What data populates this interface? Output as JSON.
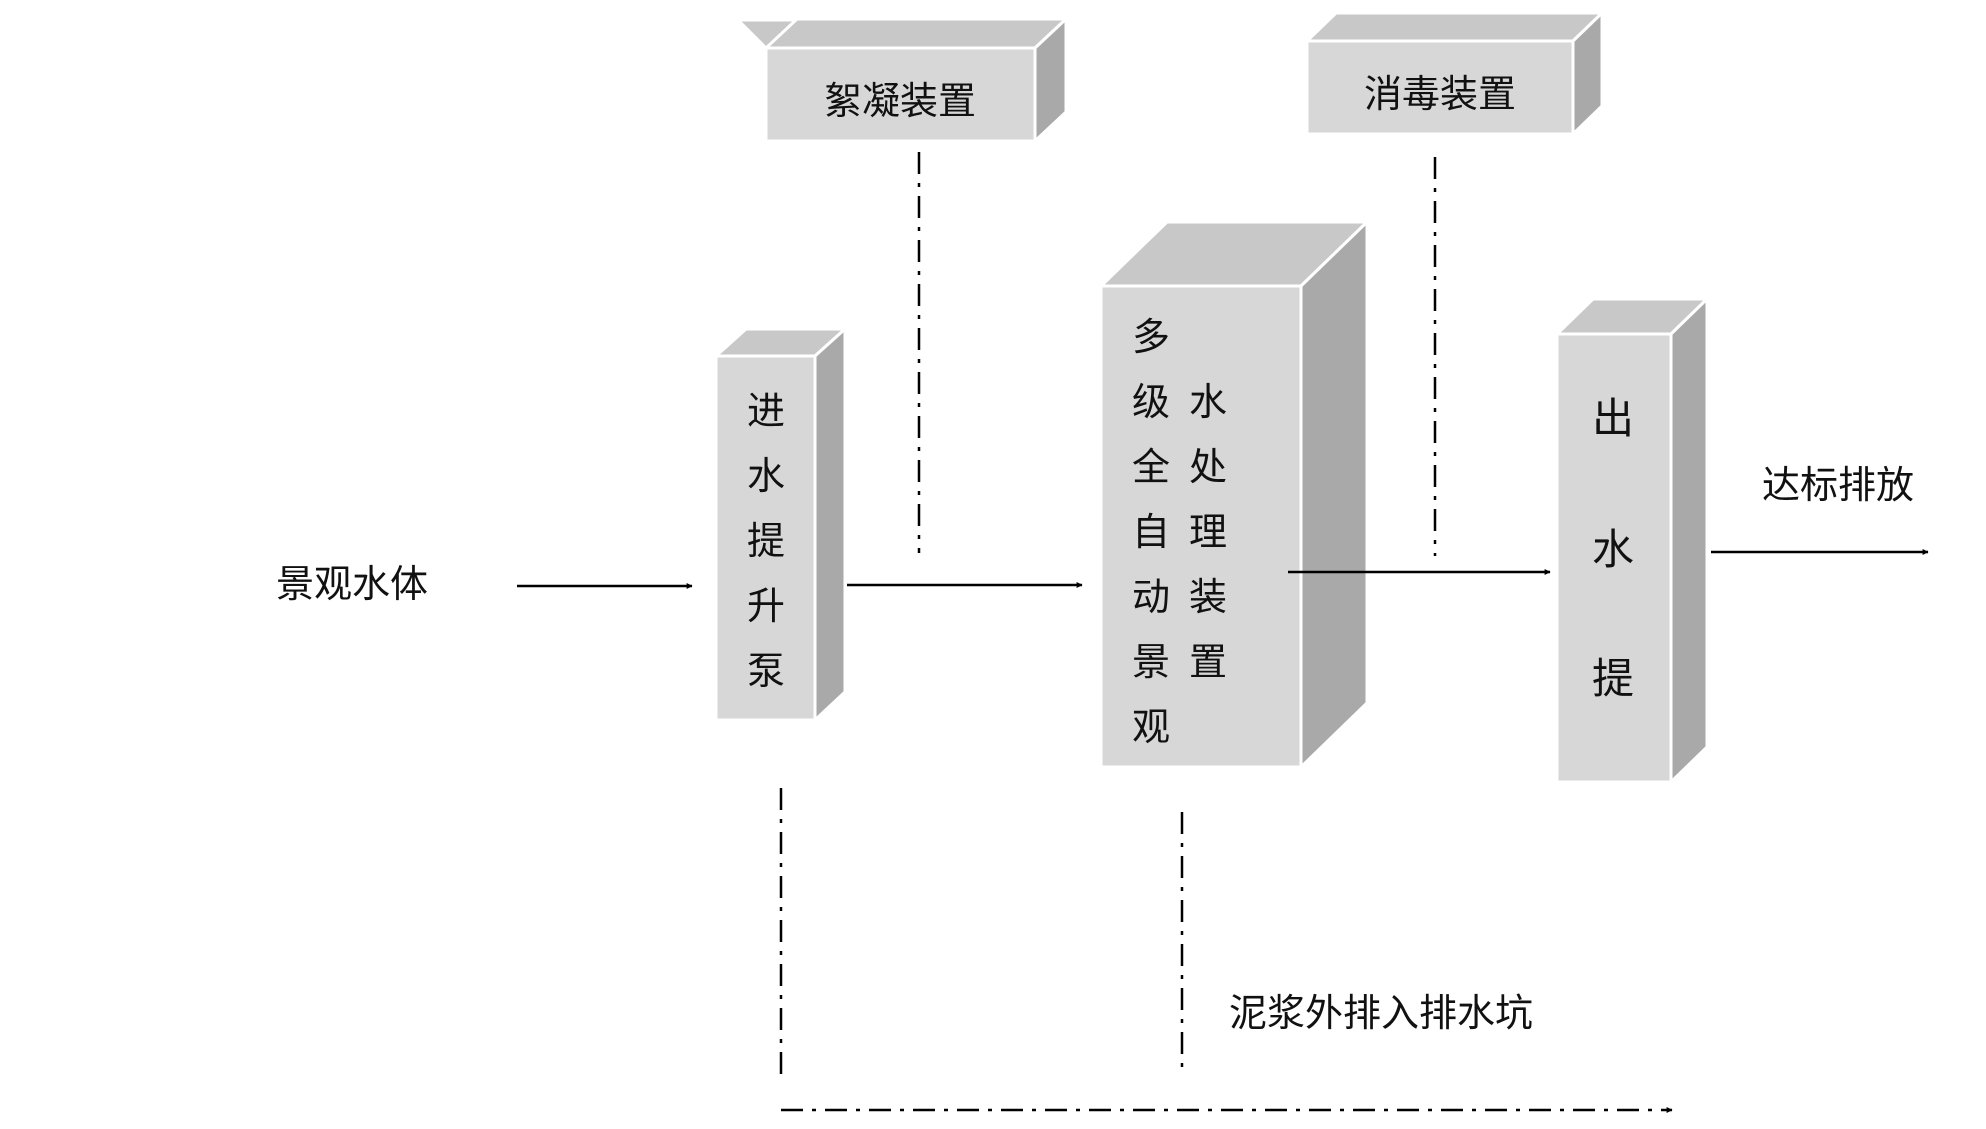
{
  "diagram": {
    "nodes": {
      "source": {
        "label": "景观水体"
      },
      "flocculation": {
        "label": "絮凝装置"
      },
      "disinfection": {
        "label": "消毒装置"
      },
      "inlet_pump": {
        "chars": [
          "进",
          "水",
          "提",
          "升",
          "泵"
        ]
      },
      "treatment": {
        "col1": [
          "多",
          "级",
          "全",
          "自",
          "动",
          "景",
          "观"
        ],
        "col2": [
          "水",
          "处",
          "理",
          "装",
          "置"
        ]
      },
      "outlet": {
        "chars": [
          "出",
          "水",
          "提"
        ]
      },
      "discharge": {
        "label": "达标排放"
      },
      "sludge": {
        "label": "泥浆外排入排水坑"
      }
    },
    "colors": {
      "box_front": "#d7d7d7",
      "box_top": "#c8c8c8",
      "box_side": "#a9a9a9",
      "line": "#000000"
    }
  }
}
